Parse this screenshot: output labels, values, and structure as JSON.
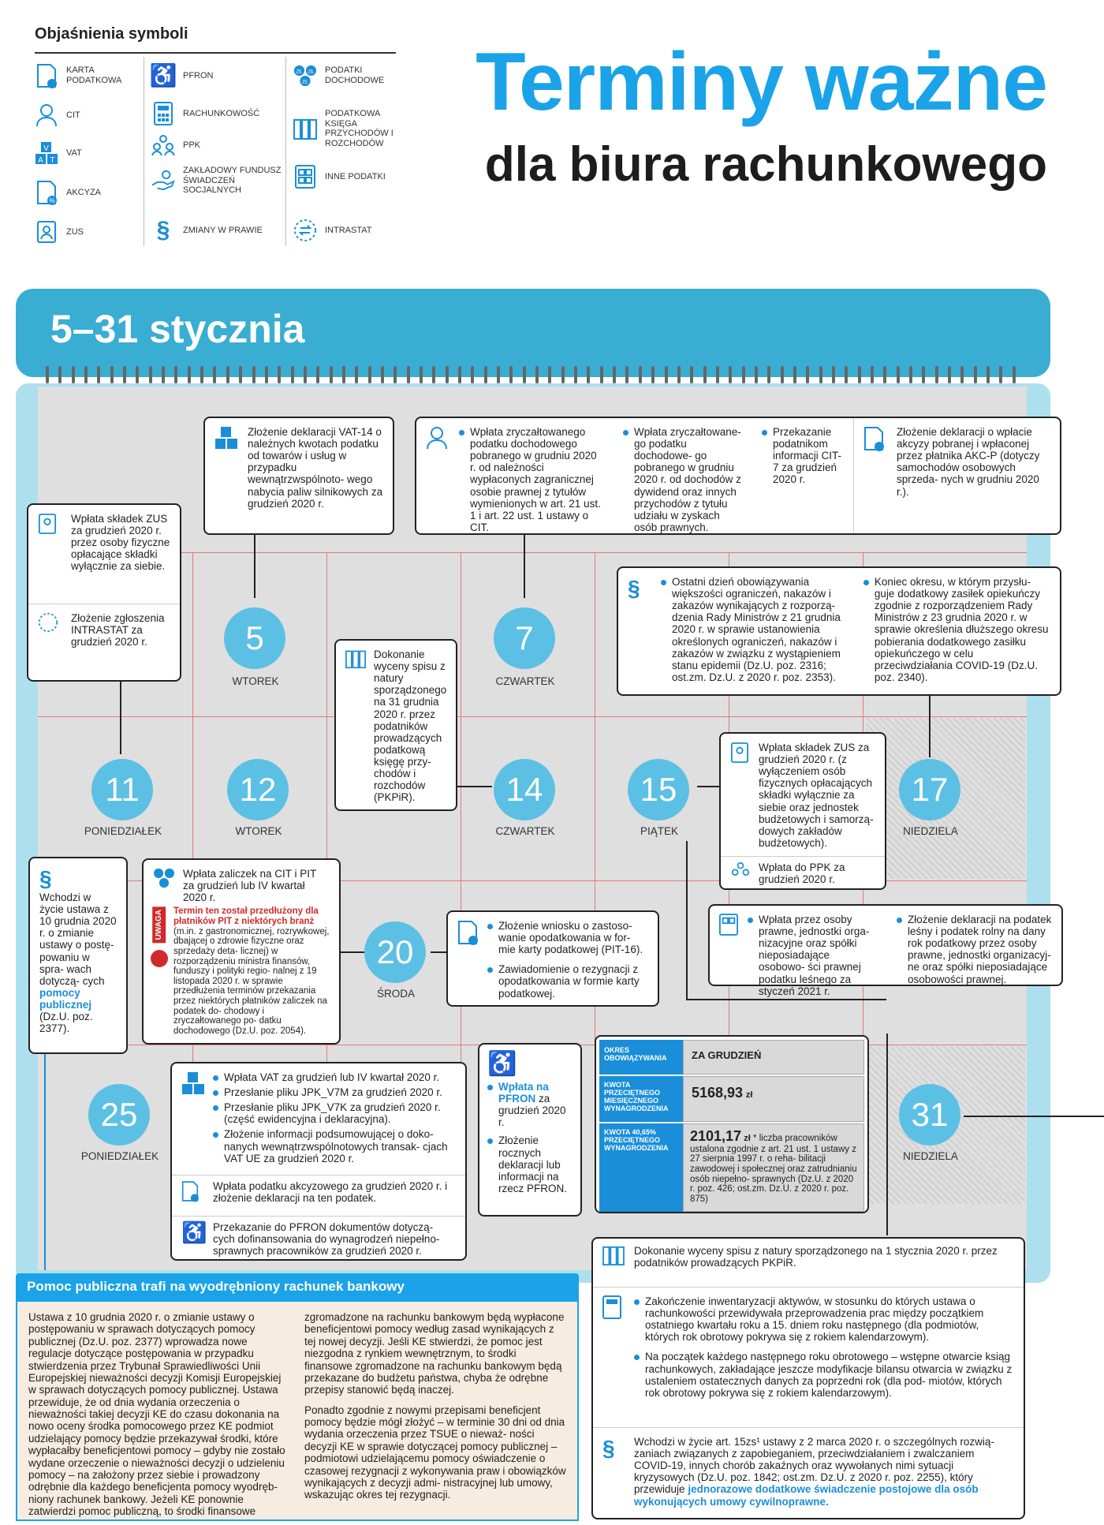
{
  "legend": {
    "title": "Objaśnienia symboli",
    "items": [
      {
        "icon": "tax-card-icon",
        "label": "KARTA PODATKOWA"
      },
      {
        "icon": "cit-person-icon",
        "label": "CIT"
      },
      {
        "icon": "vat-icon",
        "label": "VAT"
      },
      {
        "icon": "excise-document-icon",
        "label": "AKCYZA"
      },
      {
        "icon": "zus-icon",
        "label": "ZUS"
      },
      {
        "icon": "wheelchair-icon",
        "label": "PFRON"
      },
      {
        "icon": "calculator-icon",
        "label": "RACHUNKOWOŚĆ"
      },
      {
        "icon": "ppk-people-icon",
        "label": "PPK"
      },
      {
        "icon": "hand-coins-icon",
        "label": "ZAKŁADOWY FUNDUSZ ŚWIADCZEŃ SOCJALNYCH"
      },
      {
        "icon": "paragraph-icon",
        "label": "ZMIANY W PRAWIE"
      },
      {
        "icon": "zl-coins-icon",
        "label": "PODATKI DOCHODOWE"
      },
      {
        "icon": "ledger-books-icon",
        "label": "PODATKOWA KSIĘGA PRZYCHODÓW I ROZCHODÓW"
      },
      {
        "icon": "other-taxes-icon",
        "label": "INNE PODATKI"
      },
      {
        "icon": "intrastat-icon",
        "label": "INTRASTAT"
      }
    ]
  },
  "header": {
    "title": "Terminy ważne",
    "subtitle": "dla biura rachunkowego"
  },
  "banner": {
    "text": "5–31 stycznia"
  },
  "days": {
    "d5": {
      "num": "5",
      "name": "WTOREK"
    },
    "d7": {
      "num": "7",
      "name": "CZWARTEK"
    },
    "d11": {
      "num": "11",
      "name": "PONIEDZIAŁEK"
    },
    "d12": {
      "num": "12",
      "name": "WTOREK"
    },
    "d14": {
      "num": "14",
      "name": "CZWARTEK"
    },
    "d15": {
      "num": "15",
      "name": "PIĄTEK"
    },
    "d17": {
      "num": "17",
      "name": "NIEDZIELA"
    },
    "d20": {
      "num": "20",
      "name": "ŚRODA"
    },
    "d25": {
      "num": "25",
      "name": "PONIEDZIAŁEK"
    },
    "d31": {
      "num": "31",
      "name": "NIEDZIELA"
    }
  },
  "boxes": {
    "vat14": "Złożenie deklaracji VAT-14 o należnych kwotach podatku od towarów i usług w przypadku wewnątrzwspólnoto- wego nabycia paliw silnikowych za grudzień 2020 r.",
    "zus_self": "Wpłata składek ZUS za grudzień 2020 r. przez osoby fizyczne opłacające składki wyłącznie za siebie.",
    "intrastat": "Złożenie zgłoszenia INTRASTAT za grudzień 2020 r.",
    "cit1": "Wpłata zryczałtowanego podatku dochodowego pobranego w grudniu 2020 r. od należności wypłaconych zagranicznej osobie prawnej z tytułów wymienionych w art. 21 ust. 1 i art. 22 ust. 1 ustawy o CIT.",
    "cit2": "Wpłata zryczałtowane- go podatku dochodowe- go pobranego w grudniu 2020 r. od dochodów z dywidend oraz innych przychodów z tytułu udziału w zyskach osób prawnych.",
    "cit3": "Przekazanie podatnikom informacji CIT-7 za grudzień 2020 r.",
    "akcyza7": "Złożenie deklaracji o wpłacie akcyzy pobranej i wpłaconej przez płatnika AKC-P (dotyczy samochodów osobowych sprzeda- nych w grudniu 2020 r.).",
    "law17a": "Ostatni dzień obowiązywania większości ograniczeń, nakazów i zakazów wynikających z rozporzą- dzenia Rady Ministrów z 21 grudnia 2020 r. w sprawie ustanowienia określonych ograniczeń, nakazów i zakazów w związku z wystąpieniem stanu epidemii (Dz.U. poz. 2316; ost.zm. Dz.U. z 2020 r. poz. 2353).",
    "law17b": "Koniec okresu, w którym przysłu- guje dodatkowy zasiłek opiekuńczy zgodnie z rozporządzeniem Rady Ministrów z 23 grudnia 2020 r. w sprawie określenia dłuższego okresu pobierania dodatkowego zasiłku opiekuńczego w celu przeciwdziałania COVID-19 (Dz.U. poz. 2340).",
    "pkpir14": "Dokonanie wyceny spisu z natury sporządzonego na 31 grudnia 2020 r. przez podatników prowadzących podatkową księgę przy- chodów i rozchodów (PKPiR).",
    "zus15": "Wpłata składek ZUS za grudzień 2020 r. (z wyłączeniem osób fizycznych opłacających składki wyłącznie za siebie oraz jednostek budżetowych i samorzą- dowych zakładów budżetowych).",
    "ppk15": "Wpłata do PPK za grudzień 2020 r.",
    "forest_a": "Wpłata przez osoby prawne, jednostki orga- nizacyjne oraz spółki nieposiadające osobowo- ści prawnej podatku leśnego za styczeń 2021 r.",
    "forest_b": "Złożenie deklaracji na podatek leśny i podatek rolny na dany rok podatkowy przez osoby prawne, jednostki organizacyj- ne oraz spółki nieposiadające osobowości prawnej.",
    "law11_pre": "Wchodzi w życie ustawa z 10 grudnia 2020 r. o zmianie ustawy o postę- powaniu w spra- wach dotyczą- cych",
    "law11_link": "pomocy publicznej",
    "law11_post": "(Dz.U. poz. 2377).",
    "cit20_head": "Wpłata zaliczek na CIT i PIT za grudzień lub IV kwartał 2020 r.",
    "uwaga_label": "UWAGA",
    "uwaga_red": "Termin ten został przedłużony dla płatników PIT z niektórych branż",
    "uwaga_text": "(m.in. z gastronomicznej, rozrywkowej, dbającej o zdrowie fizyczne oraz sprzedaży deta- licznej) w rozporządzeniu ministra finansów, funduszy i polityki regio- nalnej z 19 listopada 2020 r. w sprawie przedłużenia terminów przekazania przez niektórych płatników zaliczek na podatek do- chodowy i zryczałtowanego po- datku dochodowego (Dz.U. poz. 2054).",
    "karta20a": "Złożenie wniosku o zastoso- wanie opodatkowania w for- mie karty podatkowej (PIT-16).",
    "karta20b": "Zawiadomienie o rezygnacji z opodatkowania w formie karty podatkowej.",
    "vat25a": "Wpłata VAT za grudzień lub IV kwartał 2020 r.",
    "vat25b": "Przesłanie pliku JPK_V7M za grudzień 2020 r.",
    "vat25c": "Przesłanie pliku JPK_V7K za grudzień 2020 r. (część ewidencyjna i deklaracyjna).",
    "vat25d": "Złożenie informacji podsumowującej o doko- nanych wewnątrzwspólnotowych transak- cjach VAT UE za grudzień 2020 r.",
    "akcyza25": "Wpłata podatku akcyzowego za grudzień 2020 r. i złożenie deklaracji na ten podatek.",
    "pfron25": "Przekazanie do PFRON dokumentów dotyczą- cych dofinansowania do wynagrodzeń niepełno- sprawnych pracowników za grudzień 2020 r.",
    "pfron_link": "Wpłata na PFRON",
    "pfron_a": "za grudzień 2020 r.",
    "pfron_b": "Złożenie rocznych deklaracji lub informacji na rzecz PFRON.",
    "pkpir31": "Dokonanie wyceny spisu z natury sporządzonego na 1 stycznia 2020 r. przez podatników prowadzących PKPiR.",
    "acc31a": "Zakończenie inwentaryzacji aktywów, w stosunku do których ustawa o rachunkowości przewidywała przeprowadzenia prac między początkiem ostatniego kwartału roku a 15. dniem roku następnego (dla podmiotów, których rok obrotowy pokrywa się z rokiem kalendarzowym).",
    "acc31b": "Na początek każdego następnego roku obrotowego – wstępne otwarcie ksiąg rachunkowych, zakładające jeszcze modyfikacje bilansu otwarcia w związku z ustaleniem ostatecznych danych za poprzedni rok (dla pod- miotów, których rok obrotowy pokrywa się z rokiem kalendarzowym).",
    "law31_pre": "Wchodzi w życie art. 15zs¹ ustawy z 2 marca 2020 r. o szczególnych rozwią- zaniach związanych z zapobieganiem, przeciwdziałaniem i zwalczaniem COVID-19, innych chorób zakaźnych oraz wywołanych nimi sytuacji kryzysowych (Dz.U. poz. 1842; ost.zm. Dz.U. z 2020 r. poz. 2255), który przewiduje",
    "law31_link": "jednorazowe dodatkowe świadczenie postojowe dla osób wykonujących umowy cywilnoprawne."
  },
  "pfron_table": {
    "h1": "OKRES OBOWIĄZYWANIA",
    "h2": "ZA GRUDZIEŃ",
    "r1_label": "KWOTA PRZECIĘTNEGO MIESIĘCZNEGO WYNAGRODZENIA",
    "r1_value": "5168,93",
    "r1_unit": "zł",
    "r2_label": "KWOTA 40,65% PRZECIĘTNEGO WYNAGRODZENIA",
    "r2_value": "2101,17",
    "r2_unit": "zł",
    "r2_note": "* liczba pracowników ustalona zgodnie z art. 21 ust. 1 ustawy z 27 sierpnia 1997 r. o reha- bilitacji zawodowej i społecznej oraz zatrudnianiu osób niepełno- sprawnych (Dz.U. z 2020 r. poz. 426; ost.zm. Dz.U. z 2020 r. poz. 875)"
  },
  "info": {
    "title": "Pomoc publiczna trafi na wyodrębniony rachunek bankowy",
    "col1": "Ustawa z 10 grudnia 2020 r. o zmianie ustawy o postępowaniu w sprawach dotyczących pomocy publicznej (Dz.U. poz. 2377) wprowadza nowe regulacje dotyczące postępowania w przypadku stwierdzenia przez Trybunał Sprawiedliwości Unii Europejskiej nieważności decyzji Komisji Europejskiej w sprawach dotyczących pomocy publicznej. Ustawa przewiduje, że od dnia wydania orzeczenia o nieważności takiej decyzji KE do czasu dokonania na nowo oceny środka pomocowego przez KE podmiot udzielający pomocy będzie przekazywał środki, które wypłacałby beneficjentowi pomocy – gdyby nie zostało wydane orzeczenie o nieważności decyzji o udzieleniu pomocy – na założony przez siebie i prowadzony odrębnie dla każdego beneficjenta pomocy wyodręb- niony rachunek bankowy. Jeżeli KE ponownie zatwierdzi pomoc publiczną, to środki finansowe",
    "col2a": "zgromadzone na rachunku bankowym będą wypłacone beneficjentowi pomocy według zasad wynikających z tej nowej decyzji. Jeśli KE stwierdzi, że pomoc jest niezgodna z rynkiem wewnętrznym, to środki finansowe zgromadzone na rachunku bankowym będą przekazane do budżetu państwa, chyba że odrębne przepisy stanowić będą inaczej.",
    "col2b": "Ponadto zgodnie z nowymi przepisami beneficjent pomocy będzie mógł złożyć – w terminie 30 dni od dnia wydania orzeczenia przez TSUE o nieważ- ności decyzji KE w sprawie dotyczącej pomocy publicznej – podmiotowi udzielającemu pomocy oświadczenie o czasowej rezygnacji z wykonywania praw i obowiązków wynikających z decyzji admi- nistracyjnej lub umowy, wskazując okres tej rezygnacji."
  }
}
